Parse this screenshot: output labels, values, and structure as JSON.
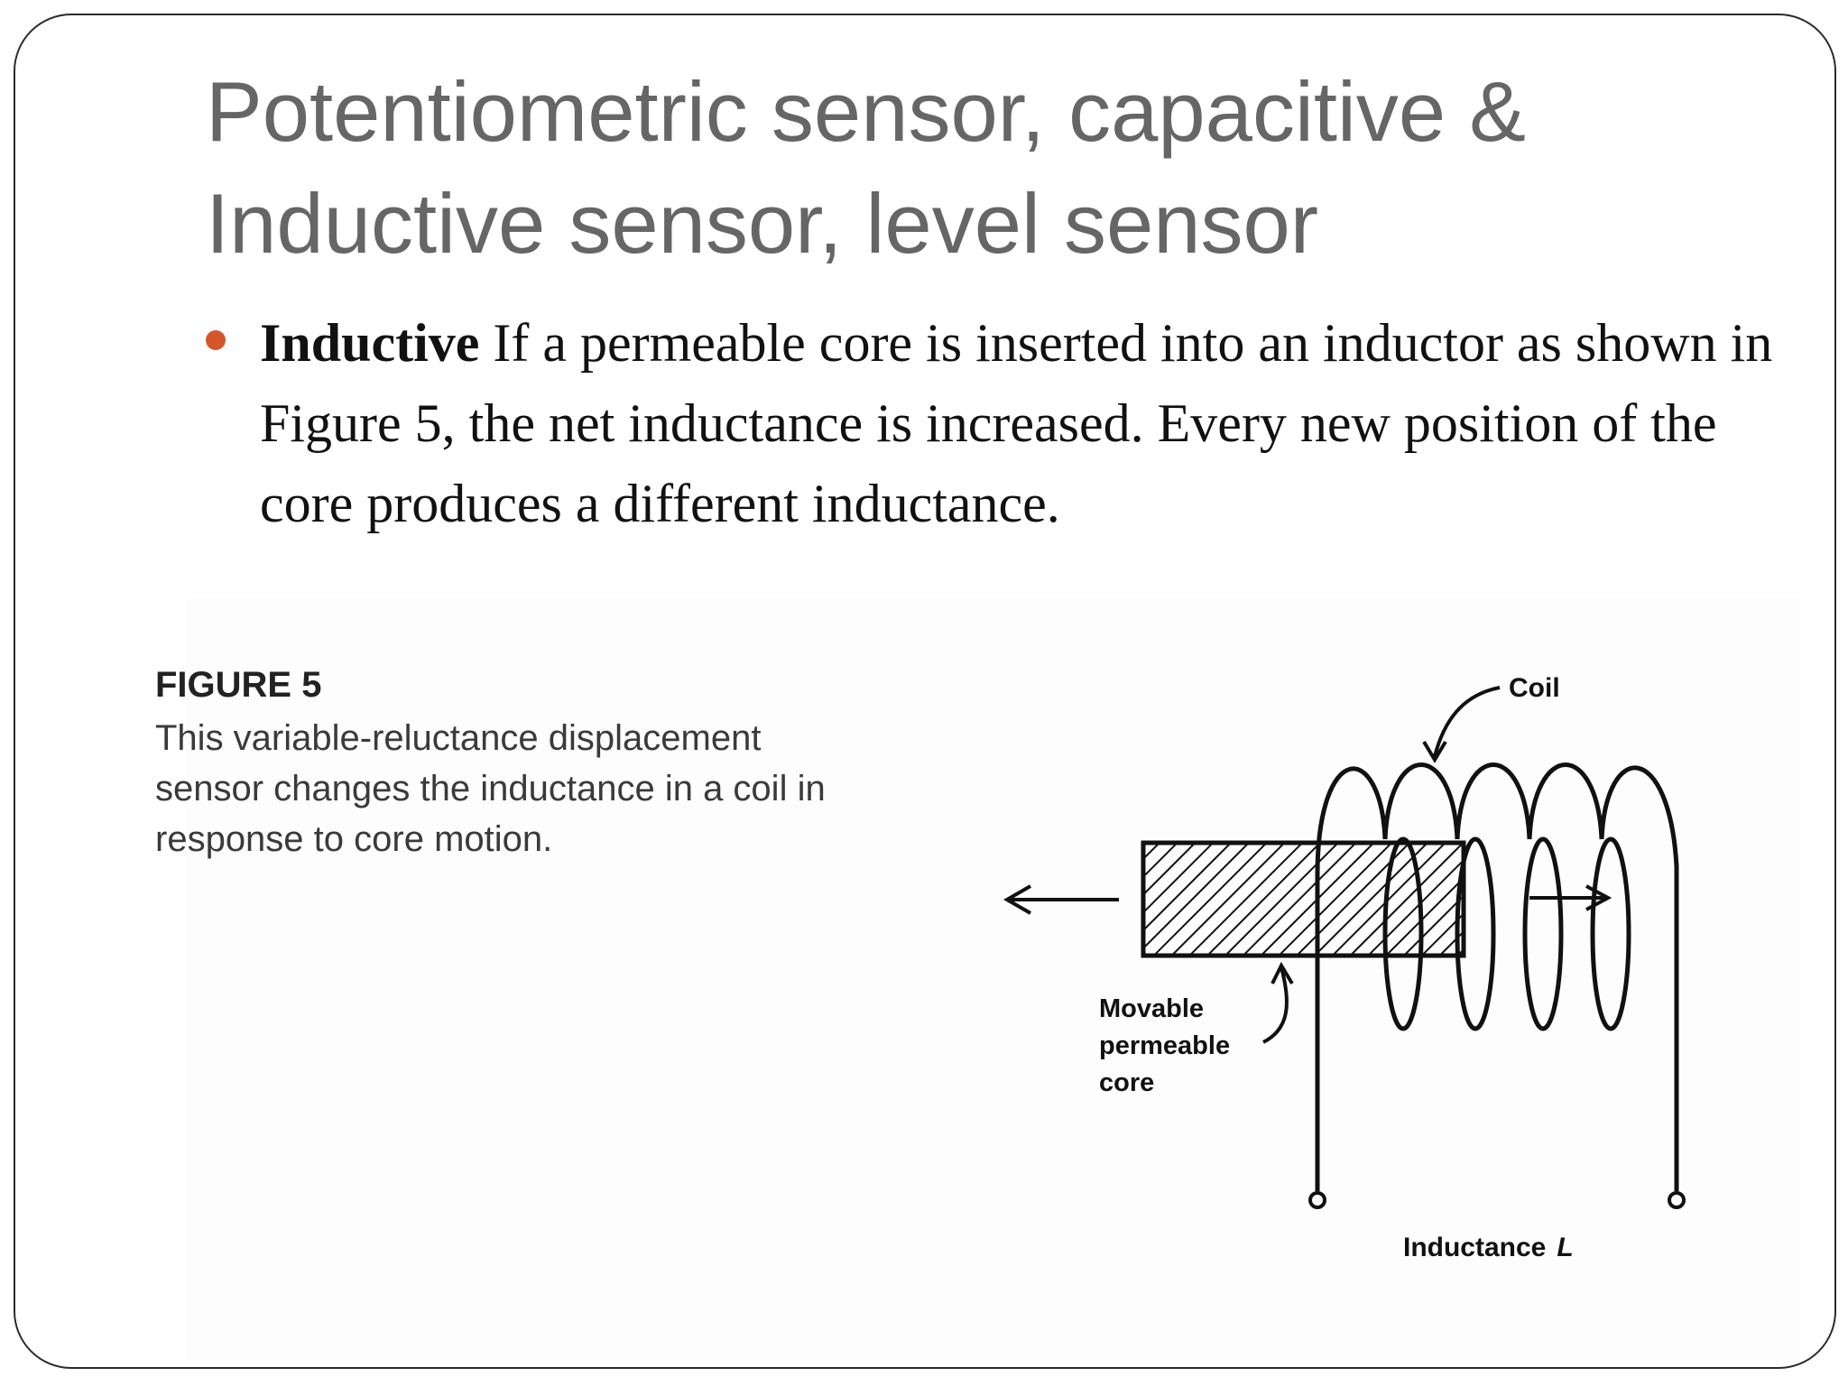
{
  "slide": {
    "title_line1": "Potentiometric sensor, capacitive &",
    "title_line2": "Inductive sensor, level sensor",
    "bullet": {
      "bold": "Inductive",
      "text": " If a permeable core is inserted into an inductor as shown in Figure 5, the net inductance is increased. Every new position of the core produces a different inductance."
    },
    "accent_color": "#d4562a"
  },
  "figure": {
    "heading": "FIGURE 5",
    "caption_line1": "This variable-reluctance displacement",
    "caption_line2": "sensor changes the inductance in a coil in",
    "caption_line3": "response to core motion.",
    "labels": {
      "coil": "Coil",
      "core_line1": "Movable",
      "core_line2": "permeable",
      "core_line3": "core",
      "inductance": "Inductance",
      "inductance_symbol": "L"
    }
  }
}
